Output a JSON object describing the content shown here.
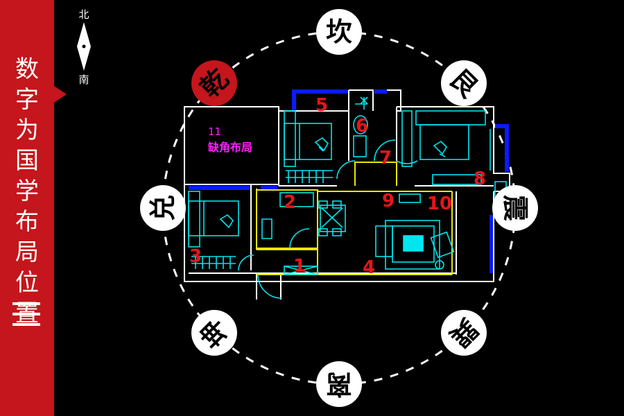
{
  "sidebar": {
    "title_chars": [
      "数",
      "字",
      "为",
      "国",
      "学",
      "布",
      "局",
      "位",
      "置"
    ],
    "menu_icon": "menu-icon",
    "color": "#c4161c"
  },
  "compass": {
    "north": "北",
    "south": "南",
    "icon": "compass-needle-icon"
  },
  "bagua": [
    {
      "id": "kan",
      "label": "坎",
      "highlighted": false
    },
    {
      "id": "gen",
      "label": "艮",
      "highlighted": false
    },
    {
      "id": "zhen",
      "label": "震",
      "highlighted": false
    },
    {
      "id": "xun",
      "label": "巽",
      "highlighted": false
    },
    {
      "id": "li",
      "label": "离",
      "highlighted": false
    },
    {
      "id": "kun",
      "label": "坤",
      "highlighted": false
    },
    {
      "id": "dui",
      "label": "兑",
      "highlighted": false
    },
    {
      "id": "qian",
      "label": "乾",
      "highlighted": true
    }
  ],
  "floorplan": {
    "missing_corner_number": "11",
    "missing_corner_label": "缺角布局",
    "room_numbers": [
      "1",
      "2",
      "3",
      "4",
      "5",
      "6",
      "7",
      "8",
      "9",
      "10"
    ]
  },
  "colors": {
    "accent_red": "#c4161c",
    "wall": "#ffffff",
    "cyan": "#00e5ee",
    "blue": "#0a1bff",
    "yellow": "#e8e800",
    "magenta": "#ff22ff",
    "number_red": "#e8141b"
  }
}
